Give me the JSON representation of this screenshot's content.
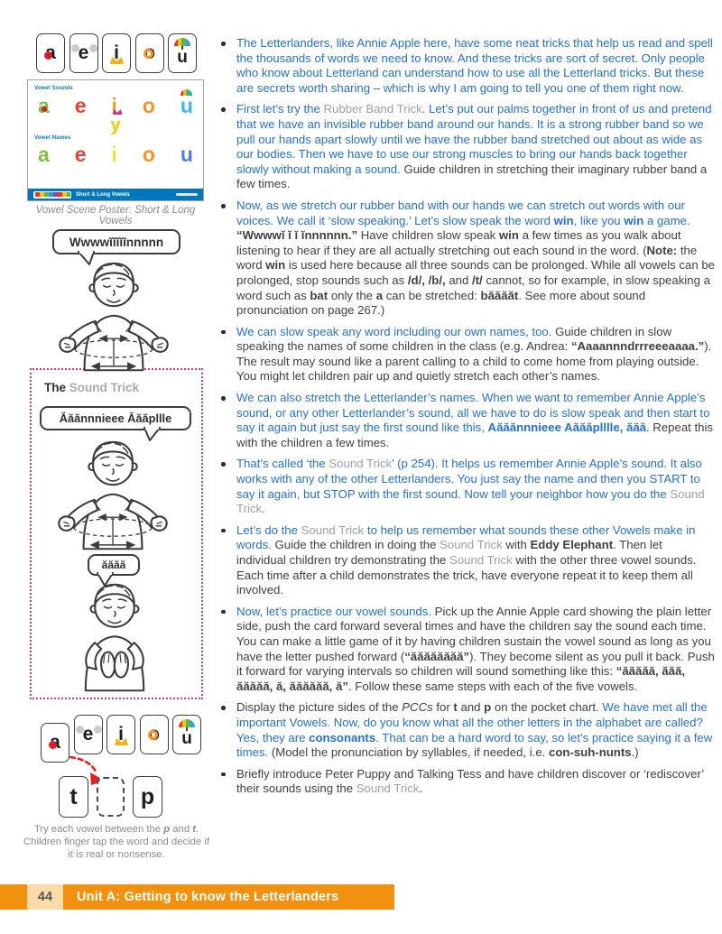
{
  "colors": {
    "text_blue": "#2671c5",
    "text_gray": "#9ba0a4",
    "text_black": "#3d3f42",
    "footer_orange": "#f1910f",
    "box_pink": "#e73180",
    "poster_bar_blue": "#0076bd",
    "arrow_red": "#e0231c"
  },
  "sidebar": {
    "top_cards": [
      {
        "letter": "a",
        "deco": "apple"
      },
      {
        "letter": "e",
        "deco": "ears"
      },
      {
        "letter": "i",
        "deco": "crown"
      },
      {
        "letter": "o",
        "deco": "ring"
      },
      {
        "letter": "u",
        "deco": "umbrella"
      }
    ],
    "poster": {
      "label_sounds": "Vowel Sounds",
      "label_names": "Vowel Names",
      "sounds_row": [
        {
          "letter": "a",
          "color": "#7dc242",
          "deco": "apple-dot"
        },
        {
          "letter": "e",
          "color": "#e8432e"
        },
        {
          "letter": "i",
          "color": "#e5a21b",
          "deco": "crown-mini"
        },
        {
          "letter": "o",
          "color": "#f7941d"
        },
        {
          "letter": "u",
          "color": "#3bb7e8",
          "deco": "umbrella-mini"
        }
      ],
      "y_letter": {
        "letter": "y",
        "color": "#efd41f"
      },
      "names_row": [
        {
          "letter": "a",
          "color": "#7dc242"
        },
        {
          "letter": "e",
          "color": "#e8432e"
        },
        {
          "letter": "i",
          "color": "#f3df3a"
        },
        {
          "letter": "o",
          "color": "#f7941d"
        },
        {
          "letter": "u",
          "color": "#4c7fd0"
        }
      ],
      "bar_text": "Short & Long Vowels",
      "caption": "Vowel Scene Poster: Short & Long Vowels"
    },
    "rubber_band_figure": {
      "bubble": "Wwwwĭĭĭĭĭnnnnn"
    },
    "sound_trick_box": {
      "title_the": "The ",
      "title_trick": "Sound Trick",
      "bubble1": "Ăăănnnieee Ăăăpllle",
      "bubble2": "ăăăă"
    },
    "word_building": {
      "vowel_cards": [
        {
          "letter": "a",
          "deco": "apple",
          "offset": true
        },
        {
          "letter": "e",
          "deco": "ears"
        },
        {
          "letter": "i",
          "deco": "crown"
        },
        {
          "letter": "o",
          "deco": "ring"
        },
        {
          "letter": "u",
          "deco": "umbrella"
        }
      ],
      "word_cards": [
        {
          "letter": "t",
          "size": "big"
        },
        {
          "slot": true
        },
        {
          "letter": "p",
          "size": "big"
        }
      ],
      "caption_segments": [
        {
          "t": "Try each vowel between the ",
          "s": "cap"
        },
        {
          "t": "p",
          "s": "cap-bi"
        },
        {
          "t": " and ",
          "s": "cap"
        },
        {
          "t": "t",
          "s": "cap-bi"
        },
        {
          "t": ". Children finger tap the word and decide if it is real or nonsense.",
          "s": "cap"
        }
      ]
    }
  },
  "content": {
    "bullets": [
      [
        {
          "t": "The Letterlanders, like Annie Apple here, have some neat tricks that help us read and spell the thousands of words we need to know. And these tricks are sort of secret. Only people who know about Letterland can understand how to use all the Letterland tricks. But these are secrets worth sharing – which is why I am going to tell you one of them right now.",
          "s": "blue"
        }
      ],
      [
        {
          "t": "First let’s try the ",
          "s": "blue"
        },
        {
          "t": "Rubber Band Trick",
          "s": "gray"
        },
        {
          "t": ". Let’s put our palms together in front of us and pretend that we have an invisible rubber band around our hands. It is a strong rubber band so we pull our hands apart slowly until we have the rubber band stretched out about as wide as our bodies. Then we have to use our strong muscles to bring our hands back together slowly without making a sound. ",
          "s": "blue"
        },
        {
          "t": "Guide children in stretching their imaginary rubber band a few times.",
          "s": "k"
        }
      ],
      [
        {
          "t": "Now, as we stretch our rubber band with our hands we can stretch out words with our voices. We call it ‘slow speaking.’ Let’s slow speak the word ",
          "s": "blue"
        },
        {
          "t": "win",
          "s": "blue-b"
        },
        {
          "t": ", like you ",
          "s": "blue"
        },
        {
          "t": "win",
          "s": "blue-b"
        },
        {
          "t": " a game. ",
          "s": "blue"
        },
        {
          "t": "“Wwwwĭ ĭ ĭ ĭnnnnnn.”",
          "s": "k-b"
        },
        {
          "t": " Have children slow speak ",
          "s": "k"
        },
        {
          "t": "win",
          "s": "k-b"
        },
        {
          "t": " a few times as you walk about listening to hear if they are all actually stretching out each sound in the word. (",
          "s": "k"
        },
        {
          "t": "Note:",
          "s": "k-b"
        },
        {
          "t": " the word ",
          "s": "k"
        },
        {
          "t": "win",
          "s": "k-b"
        },
        {
          "t": " is used here because all three sounds can be prolonged. While all vowels can be prolonged, stop sounds such as ",
          "s": "k"
        },
        {
          "t": "/d/, /b/,",
          "s": "k-b"
        },
        {
          "t": " and ",
          "s": "k"
        },
        {
          "t": "/t/",
          "s": "k-b"
        },
        {
          "t": " cannot, so for example, in slow speaking a word such as ",
          "s": "k"
        },
        {
          "t": "bat",
          "s": "k-b"
        },
        {
          "t": " only the ",
          "s": "k"
        },
        {
          "t": "a",
          "s": "k-b"
        },
        {
          "t": " can be stretched: ",
          "s": "k"
        },
        {
          "t": "băăăăt",
          "s": "k-b"
        },
        {
          "t": ". See more about sound pronunciation on page 267.)",
          "s": "k"
        }
      ],
      [
        {
          "t": "We can slow speak any word including our own names, too.",
          "s": "blue"
        },
        {
          "t": " Guide children in slow speaking the names of some children in the class (e.g. Andrea: ",
          "s": "k"
        },
        {
          "t": "“Aaaannndrrreeeaaaa.”",
          "s": "k-b"
        },
        {
          "t": "). The result may sound like a parent calling to a child to come home from playing outside. You might let children pair up and quietly stretch each other’s names.",
          "s": "k"
        }
      ],
      [
        {
          "t": "We can also stretch the Letterlander’s names. When we want to remember Annie Apple’s sound, or any other Letterlander’s sound, all we have to do is slow speak and then start to say it again but just say the first sound like this, ",
          "s": "blue"
        },
        {
          "t": "Aăăănnnieee Aăăăplllle, ăăă",
          "s": "blue-b"
        },
        {
          "t": ". Repeat this with the children a few times.",
          "s": "k"
        }
      ],
      [
        {
          "t": "That’s called ‘the ",
          "s": "blue"
        },
        {
          "t": "Sound Trick",
          "s": "gray"
        },
        {
          "t": "’ (p 254). It helps us remember Annie Apple’s sound. It also works with any of the other Letterlanders. You just say the name and then you START to say it again, but STOP with the first sound. Now tell your neighbor how you do the ",
          "s": "blue"
        },
        {
          "t": "Sound Trick",
          "s": "gray"
        },
        {
          "t": ".",
          "s": "blue"
        }
      ],
      [
        {
          "t": "Let’s do the ",
          "s": "blue"
        },
        {
          "t": "Sound Trick",
          "s": "gray"
        },
        {
          "t": " to help us remember what sounds these other Vowels make in words. ",
          "s": "blue"
        },
        {
          "t": "Guide the children in doing the ",
          "s": "k"
        },
        {
          "t": "Sound Trick",
          "s": "gray"
        },
        {
          "t": " with ",
          "s": "k"
        },
        {
          "t": "Eddy Elephant",
          "s": "k-b"
        },
        {
          "t": ". Then let individual children try demonstrating the ",
          "s": "k"
        },
        {
          "t": "Sound Trick",
          "s": "gray"
        },
        {
          "t": " with the other three vowel sounds. Each time after a child demonstrates the trick, have everyone repeat it to keep them all involved.",
          "s": "k"
        }
      ],
      [
        {
          "t": "Now, let’s practice our vowel sounds. ",
          "s": "blue"
        },
        {
          "t": "Pick up the Annie Apple card showing the plain letter side, push the card forward several times and have the children say the sound each time. You can make a little game of it by having children sustain the vowel sound as long as you have the letter pushed forward (",
          "s": "k"
        },
        {
          "t": "“ăăăăăăăă”",
          "s": "k-b"
        },
        {
          "t": "). They become silent as you pull it back. Push it forward for varying intervals so children will sound something like this: ",
          "s": "k"
        },
        {
          "t": "“ăăăăă, ăăă, ăăăăă, ă, ăăăăăă, ă”",
          "s": "k-b"
        },
        {
          "t": ". Follow these same steps with each of the five vowels.",
          "s": "k"
        }
      ],
      [
        {
          "t": "Display the picture sides of the ",
          "s": "k"
        },
        {
          "t": "PCCs",
          "s": "k-i"
        },
        {
          "t": " for ",
          "s": "k"
        },
        {
          "t": "t",
          "s": "k-b"
        },
        {
          "t": " and ",
          "s": "k"
        },
        {
          "t": "p",
          "s": "k-b"
        },
        {
          "t": " on the pocket chart. ",
          "s": "k"
        },
        {
          "t": "We have met all the important Vowels. Now, do you know what all the other letters in the alphabet are called? Yes, they are ",
          "s": "blue"
        },
        {
          "t": "consonants",
          "s": "blue-b"
        },
        {
          "t": ". That can be a hard word to say, so let’s practice saying it a few times. ",
          "s": "blue"
        },
        {
          "t": "(Model the pronunciation by syllables, if needed, i.e. ",
          "s": "k"
        },
        {
          "t": "con-suh-nunts",
          "s": "k-b"
        },
        {
          "t": ".)",
          "s": "k"
        }
      ],
      [
        {
          "t": "Briefly introduce Peter Puppy and Talking Tess and have children discover or ‘rediscover’ their sounds using the ",
          "s": "k"
        },
        {
          "t": "Sound Trick",
          "s": "gray"
        },
        {
          "t": ".",
          "s": "k"
        }
      ]
    ]
  },
  "footer": {
    "page_number": "44",
    "unit_title": "Unit A: Getting to know the Letterlanders"
  }
}
